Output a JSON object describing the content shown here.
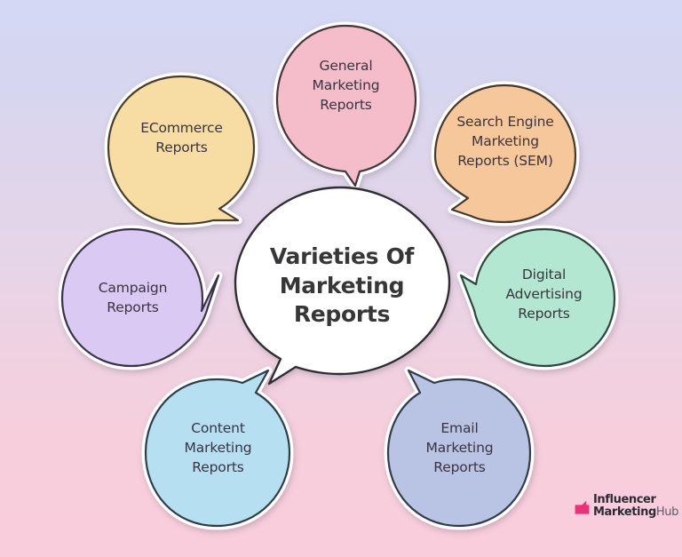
{
  "diagram": {
    "type": "hub-and-spoke-speech-bubbles",
    "center": {
      "label": "Varieties Of\nMarketing\nReports",
      "fill": "#FFFFFF",
      "stroke": "#2F2F33",
      "text_color": "#37373A"
    },
    "background": {
      "gradient_from": "#D4D8F5",
      "gradient_mid": "#E6D5E8",
      "gradient_to": "#FACDDC"
    },
    "nodes": [
      {
        "id": "general-marketing-reports",
        "label": "General\nMarketing\nReports",
        "fill": "#F5BCCA",
        "stroke": "#44343C",
        "tail": "down"
      },
      {
        "id": "ecommerce-reports",
        "label": "ECommerce\nReports",
        "fill": "#F7DCA4",
        "stroke": "#463C2E",
        "tail": "down-right"
      },
      {
        "id": "search-engine-marketing-reports",
        "label": "Search Engine\nMarketing\nReports (SEM)",
        "fill": "#F7C79C",
        "stroke": "#45382E",
        "tail": "down-left"
      },
      {
        "id": "digital-advertising-reports",
        "label": "Digital\nAdvertising\nReports",
        "fill": "#B4E7D1",
        "stroke": "#2E4440",
        "tail": "left"
      },
      {
        "id": "campaign-reports",
        "label": "Campaign\nReports",
        "fill": "#DAC9F3",
        "stroke": "#3A3246",
        "tail": "right"
      },
      {
        "id": "content-marketing-reports",
        "label": "Content\nMarketing\nReports",
        "fill": "#B6DFF1",
        "stroke": "#2E3D46",
        "tail": "up-right"
      },
      {
        "id": "email-marketing-reports",
        "label": "Email\nMarketing\nReports",
        "fill": "#B9C3E4",
        "stroke": "#333A4A",
        "tail": "up-left"
      }
    ]
  },
  "logo": {
    "line1": "Influencer",
    "line2_bold": "Marketing",
    "line2_light": "Hub",
    "mark_color": "#E8337A"
  }
}
